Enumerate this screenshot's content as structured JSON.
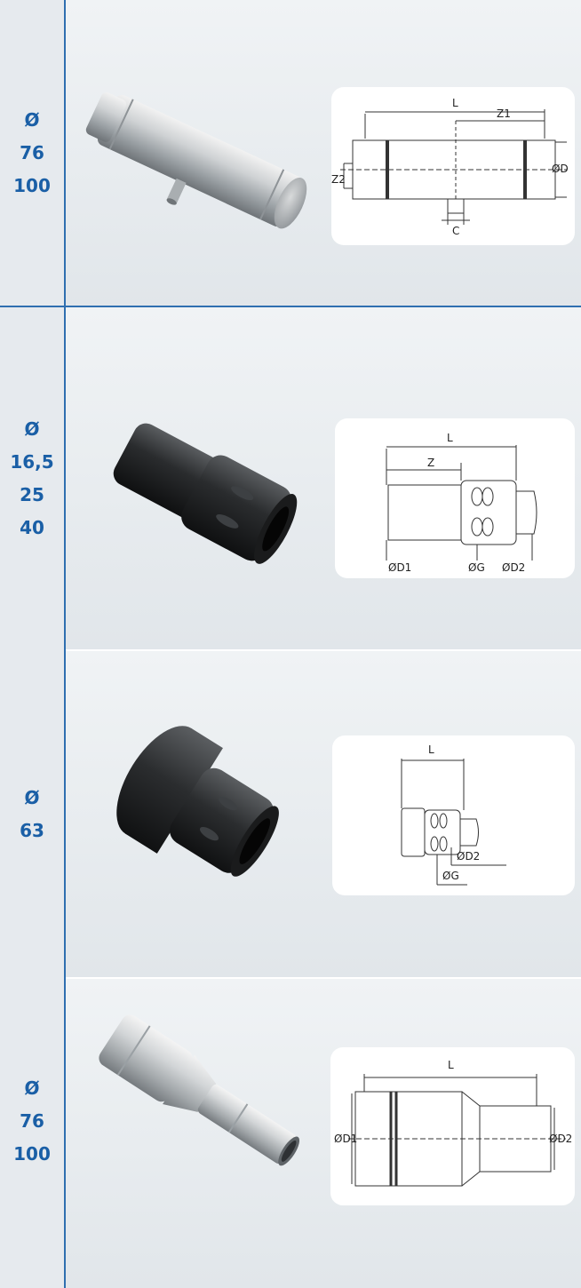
{
  "rows": [
    {
      "sizes": [
        "Ø",
        "76",
        "100"
      ],
      "drawing": {
        "L": "L",
        "Z1": "Z1",
        "Z2": "Z2",
        "OD": "ØD",
        "C": "C"
      }
    },
    {
      "sizes": [
        "Ø",
        "16,5",
        "25",
        "40"
      ],
      "drawing": {
        "L": "L",
        "Z": "Z",
        "OD1": "ØD1",
        "OG": "ØG",
        "OD2": "ØD2"
      }
    },
    {
      "sizes": [
        "Ø",
        "63"
      ],
      "drawing": {
        "L": "L",
        "OD2": "ØD2",
        "OG": "ØG"
      }
    },
    {
      "sizes": [
        "Ø",
        "76",
        "100"
      ],
      "drawing": {
        "L": "L",
        "OD1": "ØD1",
        "OD2": "ØD2"
      }
    }
  ],
  "colors": {
    "accent": "#2f6fb0",
    "size_text": "#1a5fa6"
  }
}
